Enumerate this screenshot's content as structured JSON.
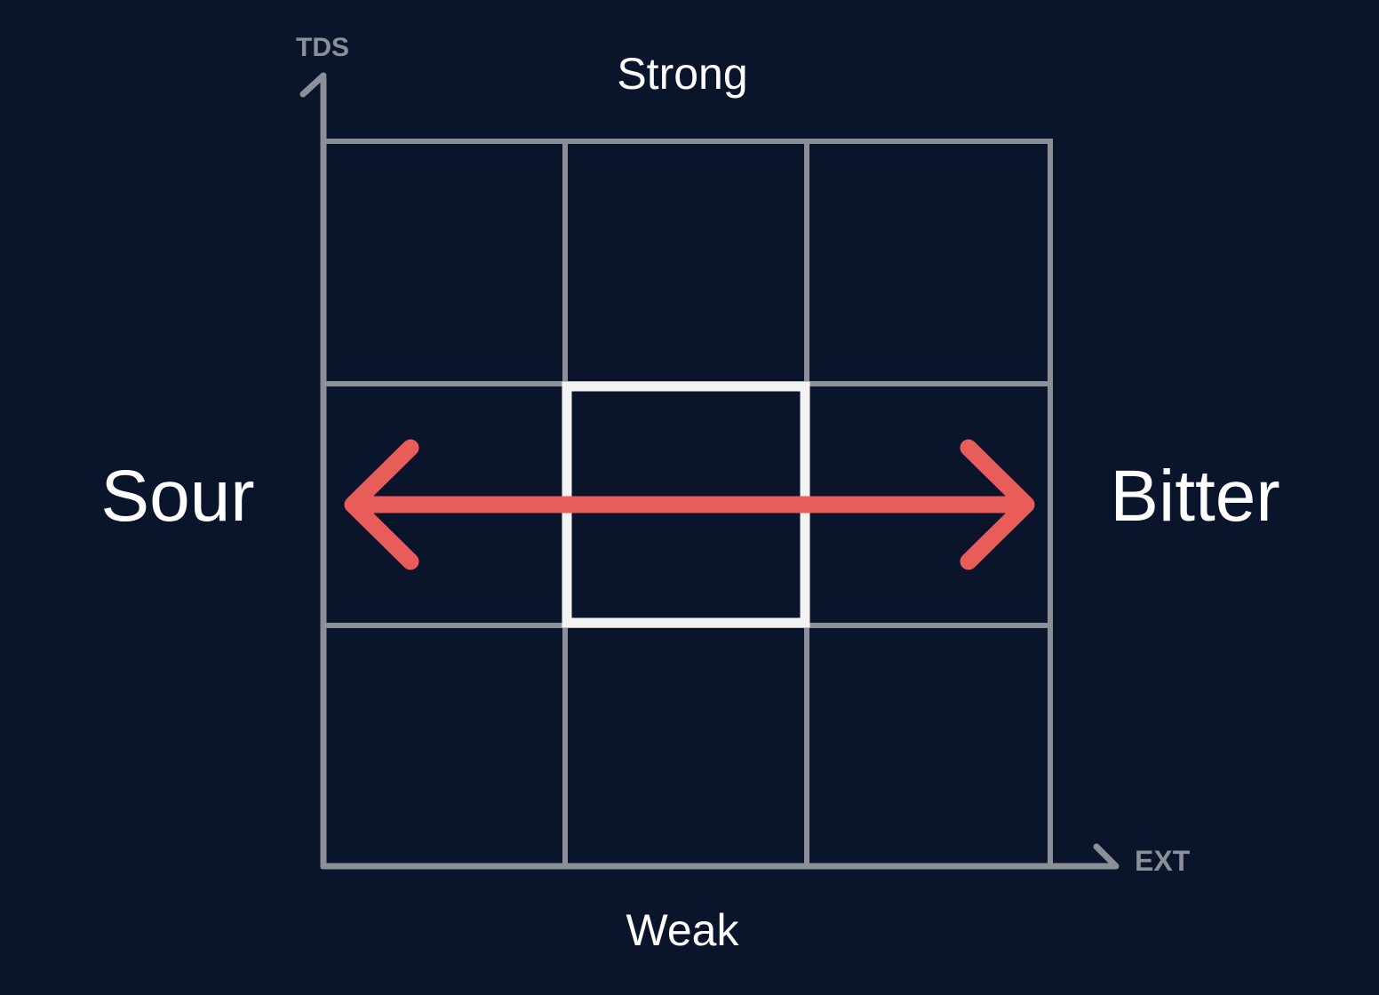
{
  "axes": {
    "y_label": "TDS",
    "x_label": "EXT"
  },
  "labels": {
    "top": "Strong",
    "bottom": "Weak",
    "left": "Sour",
    "right": "Bitter"
  },
  "grid": {
    "rows": 3,
    "columns": 3,
    "highlighted_cell": "center"
  },
  "colors": {
    "background": "#0a152b",
    "grid": "#8a8f98",
    "highlight": "#f2f2f2",
    "arrow": "#e85c5a",
    "text": "#ffffff"
  }
}
